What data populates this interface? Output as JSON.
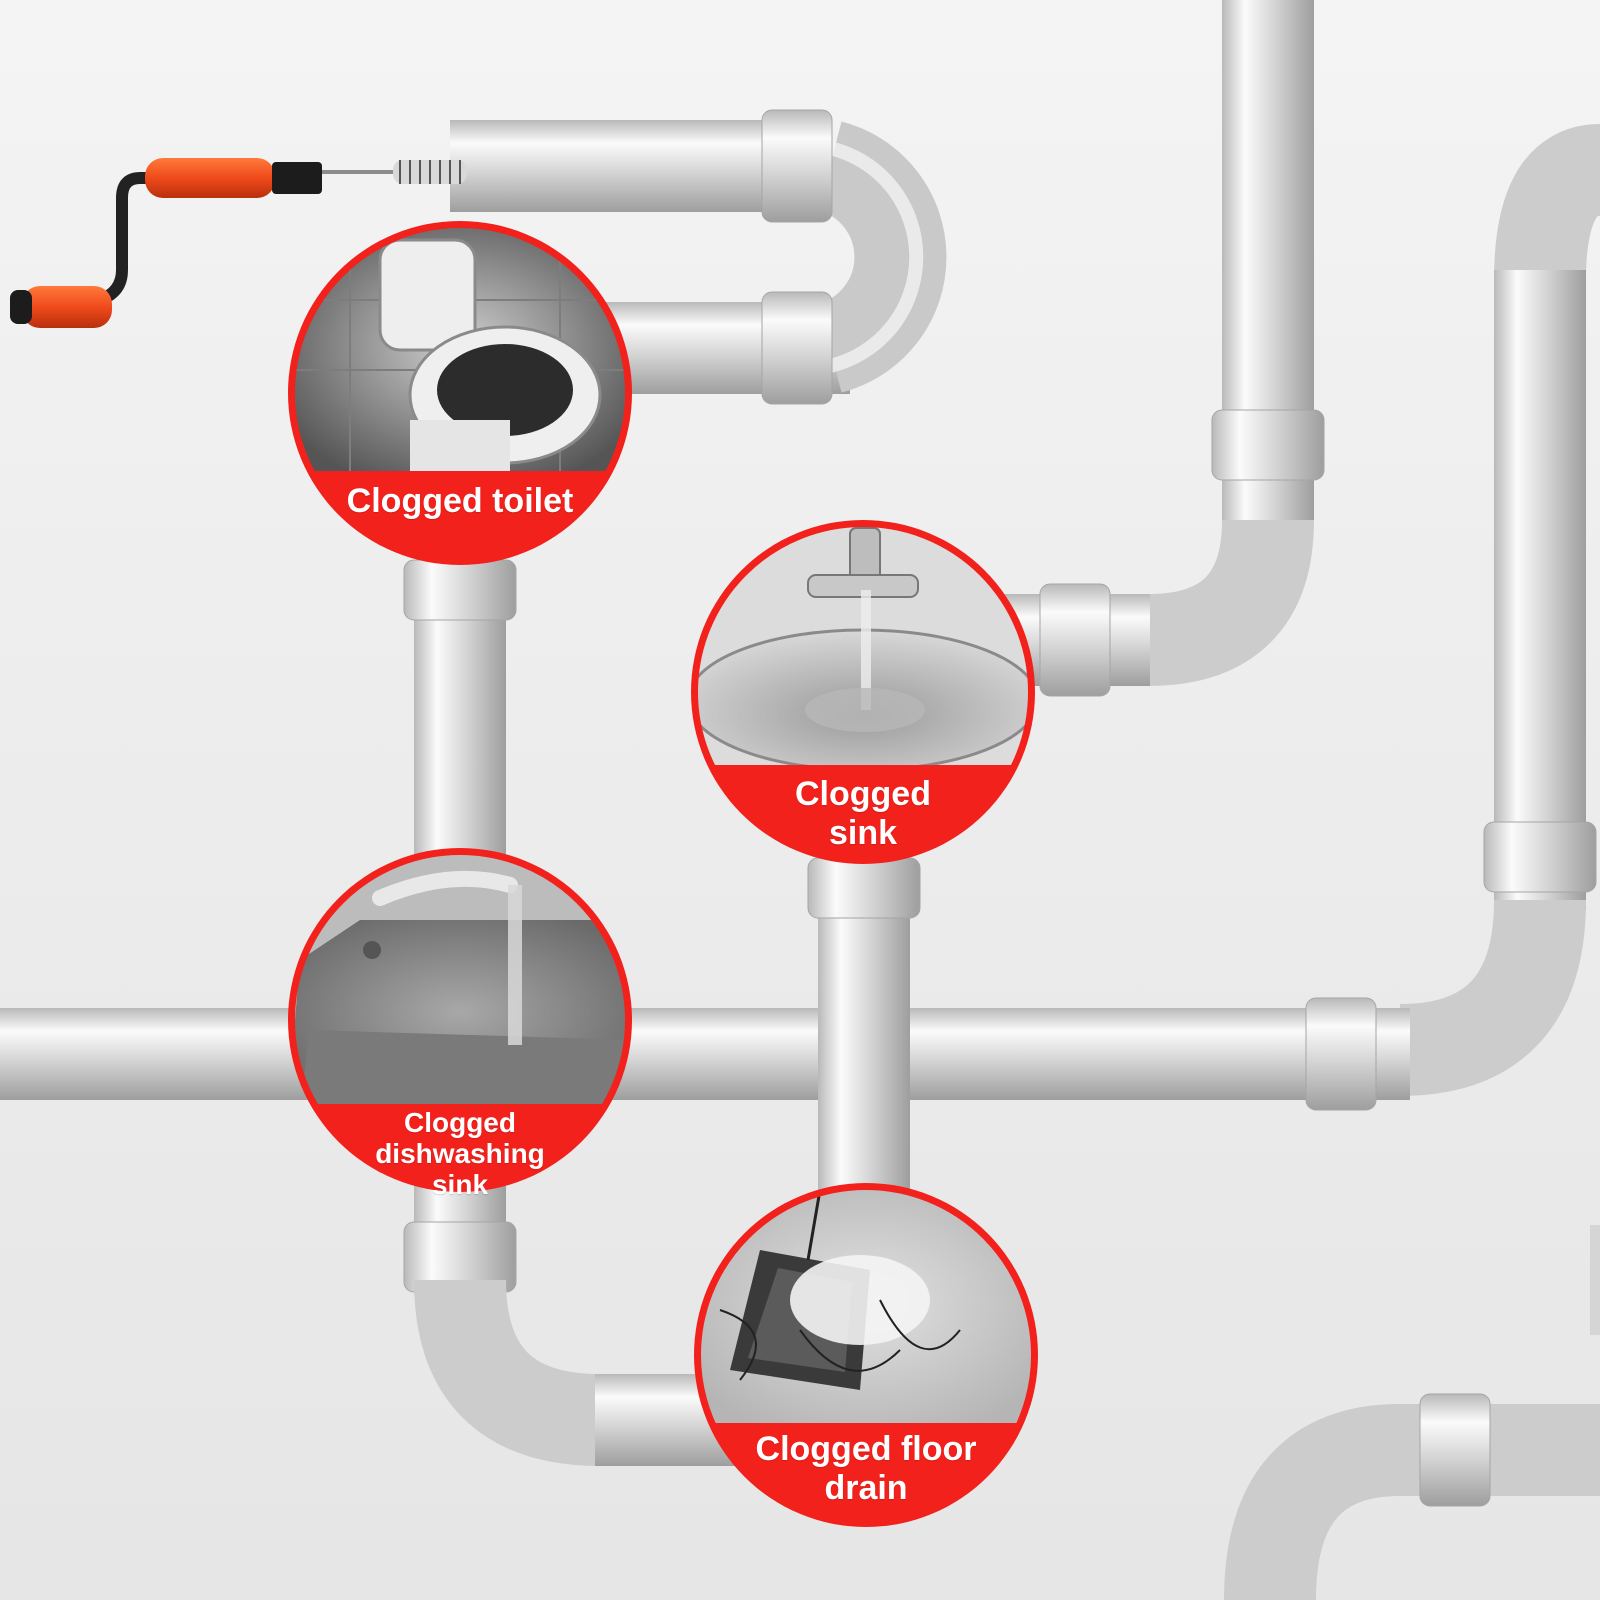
{
  "colors": {
    "badge_red": "#f2211c",
    "handle_orange": "#f04a1c",
    "pipe_light": "#f7f7f7",
    "pipe_dark": "#a9a9a9"
  },
  "tool": {
    "icon": "hand-crank-drain-auger-icon"
  },
  "badges": [
    {
      "lines": [
        "Clogged toilet"
      ],
      "photo": "clogged-toilet-photo"
    },
    {
      "lines": [
        "Clogged",
        "sink"
      ],
      "photo": "clogged-sink-photo"
    },
    {
      "lines": [
        "Clogged",
        "dishwashing",
        "sink"
      ],
      "photo": "clogged-dishwashing-sink-photo"
    },
    {
      "lines": [
        "Clogged floor",
        "drain"
      ],
      "photo": "clogged-floor-drain-photo"
    }
  ]
}
